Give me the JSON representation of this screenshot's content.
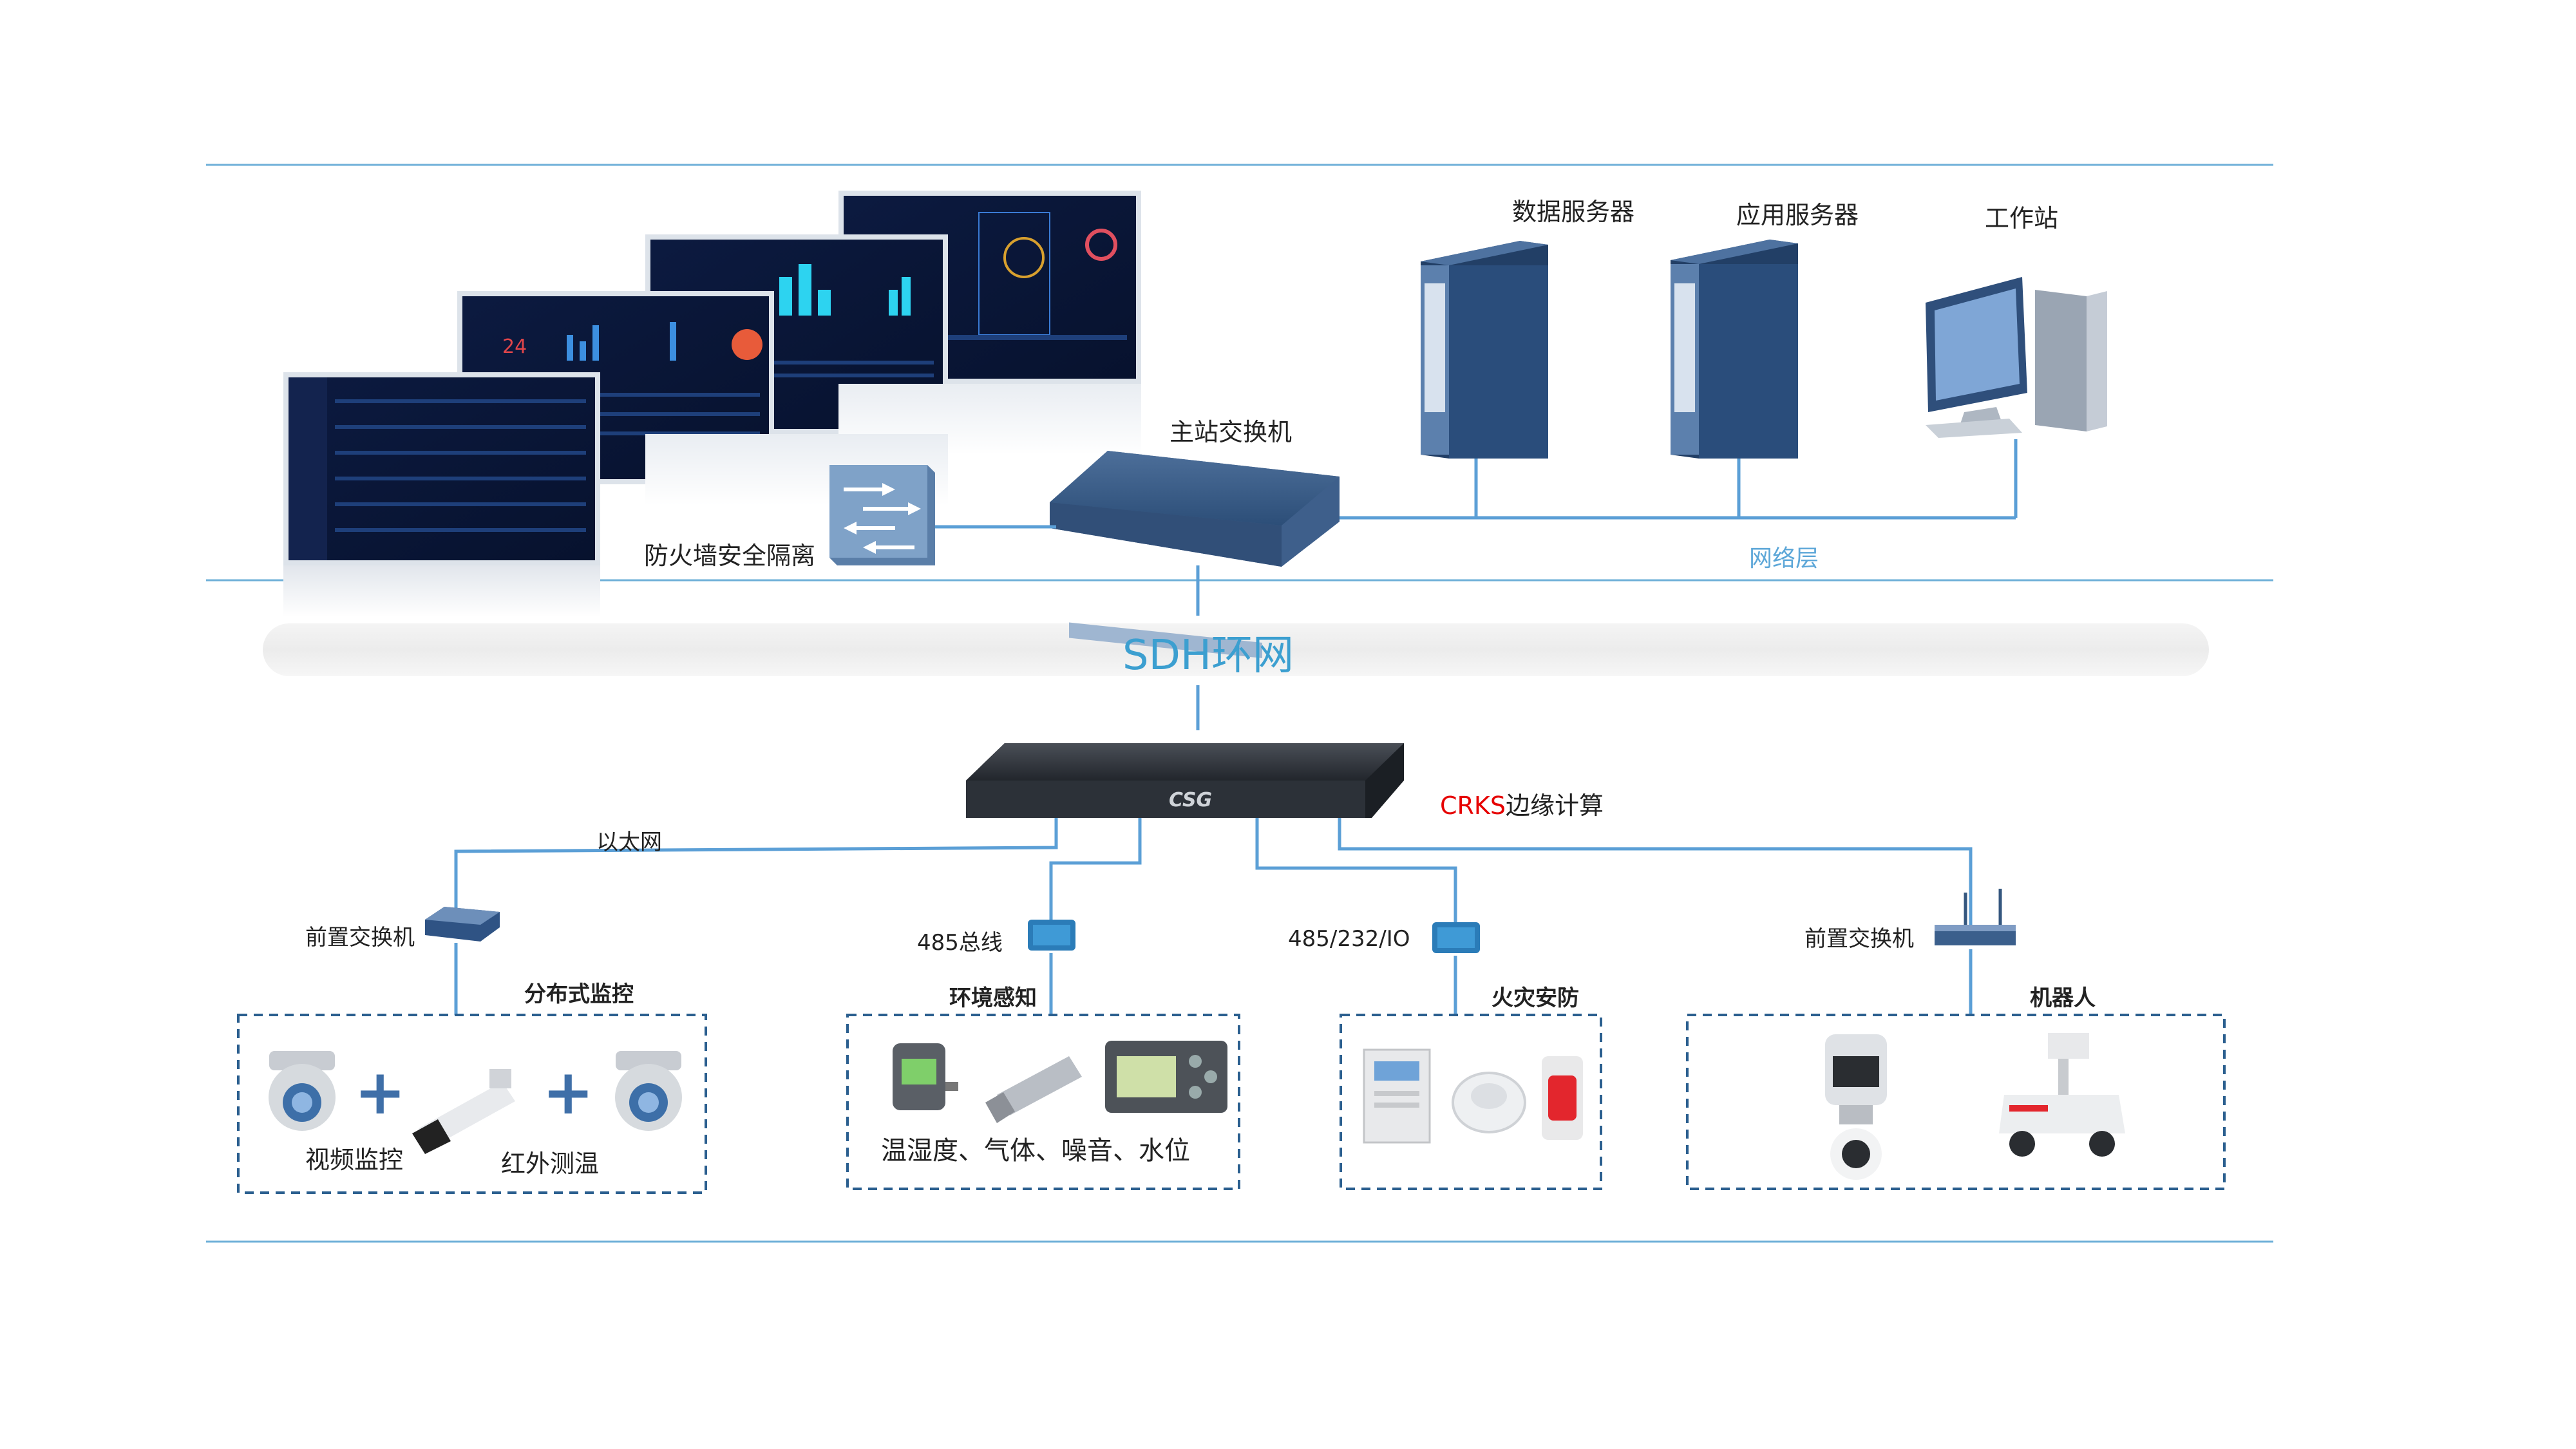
{
  "labels": {
    "data_server": "数据服务器",
    "app_server": "应用服务器",
    "workstation": "工作站",
    "main_switch": "主站交换机",
    "firewall": "防火墙安全隔离",
    "network_layer": "网络层",
    "sdh_ring": "SDH环网",
    "edge_prefix": "CRKS",
    "edge_suffix": "边缘计算",
    "ethernet": "以太网",
    "front_switch_left": "前置交换机",
    "front_switch_right": "前置交换机",
    "bus_485": "485总线",
    "bus_485_232": "485/232/IO",
    "distributed_monitor": "分布式监控",
    "env_sensing": "环境感知",
    "fire_safety": "火灾安防",
    "robot": "机器人",
    "video_monitor": "视频监控",
    "infrared_temp": "红外测温",
    "env_items": "温湿度、气体、噪音、水位",
    "plus": "+",
    "csg_logo": "CSG"
  },
  "colors": {
    "line_blue": "#5b9fd6",
    "ring_blue": "#3c9fd0",
    "box_border": "#2b5f8f",
    "server_blue": "#2f5f8e",
    "edge_red": "#e60000"
  }
}
